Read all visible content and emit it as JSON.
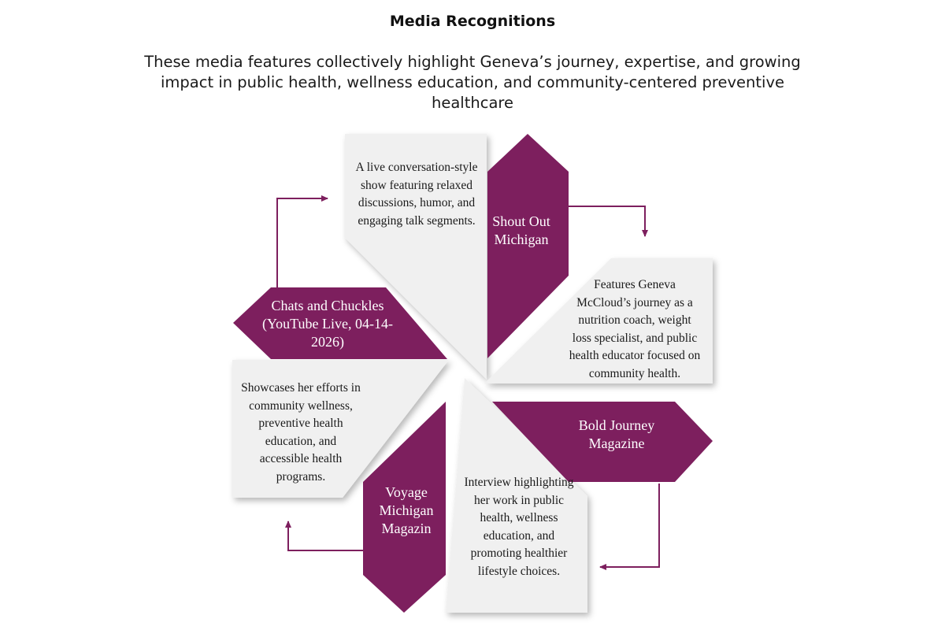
{
  "header": {
    "title": "Media Recognitions",
    "subtitle": "These media features collectively highlight Geneva’s journey, expertise, and growing impact in public health, wellness education, and community-centered preventive healthcare"
  },
  "colors": {
    "accent": "#7d1f5e",
    "card": "#f0f0f0",
    "text": "#1a1a1a"
  },
  "features": [
    {
      "name": "Shout Out Michigan",
      "description": "A live conversation-style show featuring relaxed discussions, humor, and engaging talk segments."
    },
    {
      "name": "Bold Journey Magazine",
      "description": "Features Geneva McCloud’s journey as a nutrition coach, weight loss specialist, and public health educator focused on community health."
    },
    {
      "name": "Voyage Michigan Magazin",
      "description": "Interview highlighting her work in public health, wellness education, and promoting healthier lifestyle choices."
    },
    {
      "name": "Chats and Chuckles (YouTube Live, 04-14-2026)",
      "description": "Showcases her efforts in community wellness, preventive health education, and accessible health programs."
    }
  ]
}
